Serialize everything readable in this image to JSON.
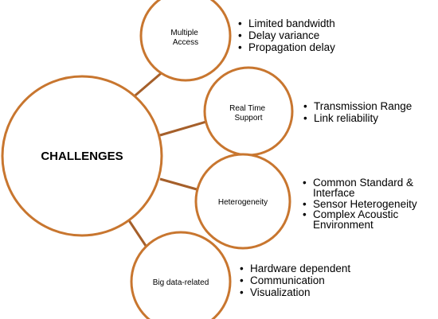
{
  "center": {
    "label": "CHALLENGES"
  },
  "nodes": [
    {
      "label_lines": [
        "Multiple",
        "Access"
      ],
      "bullets": [
        [
          "Limited bandwidth"
        ],
        [
          "Delay variance"
        ],
        [
          "Propagation delay"
        ]
      ]
    },
    {
      "label_lines": [
        "Real Time",
        "Support"
      ],
      "bullets": [
        [
          "Transmission Range"
        ],
        [
          "Link reliability"
        ]
      ]
    },
    {
      "label_lines": [
        "Heterogeneity"
      ],
      "bullets": [
        [
          "Common Standard &",
          "Interface"
        ],
        [
          "Sensor Heterogeneity"
        ],
        [
          "Complex Acoustic",
          "Environment"
        ]
      ]
    },
    {
      "label_lines": [
        "Big data-related"
      ],
      "bullets": [
        [
          "Hardware dependent"
        ],
        [
          "Communication"
        ],
        [
          "Visualization"
        ]
      ]
    }
  ],
  "colors": {
    "circle_stroke": "#c8762f",
    "connector": "#a55f2a",
    "text": "#000000"
  }
}
